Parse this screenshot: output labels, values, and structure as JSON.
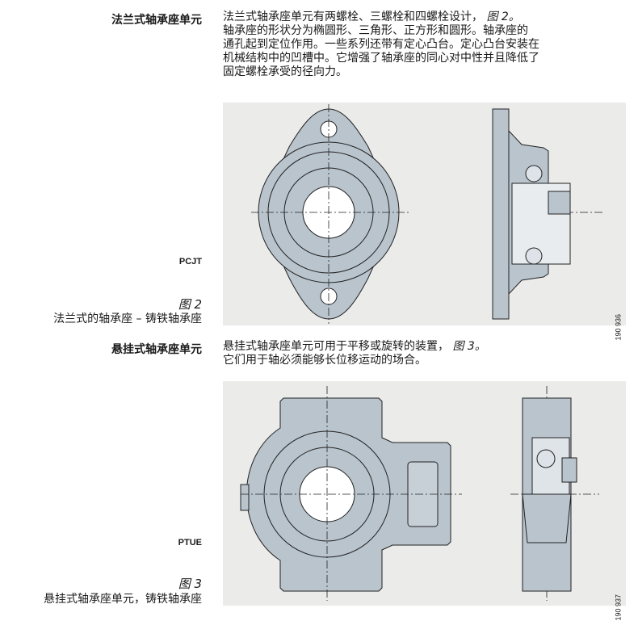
{
  "section1": {
    "heading": "法兰式轴承座单元",
    "paragraph_lines": [
      "法兰式轴承座单元有两螺栓、三螺栓和四螺栓设计，",
      "轴承座的形状分为椭圆形、三角形、正方形和圆形。轴承座的",
      "通孔起到定位作用。一些系列还带有定心凸台。定心凸台安装在",
      "机械结构中的凹槽中。它增强了轴承座的同心对中性并且降低了",
      "固定螺栓承受的径向力。"
    ],
    "figure_ref": "图 2。",
    "model": "PCJT",
    "figure_number": "图 2",
    "figure_caption": "法兰式的轴承座 – 铸铁轴承座",
    "figure_id": "190 936"
  },
  "section2": {
    "heading": "悬挂式轴承座单元",
    "paragraph_lines": [
      "悬挂式轴承座单元可用于平移或旋转的装置，",
      "它们用于轴必须能够长位移运动的场合。"
    ],
    "figure_ref": "图 3。",
    "model": "PTUE",
    "figure_number": "图 3",
    "figure_caption": "悬挂式轴承座单元，铸铁轴承座",
    "figure_id": "190 937"
  },
  "colors": {
    "figure_bg": "#ebebea",
    "part_fill": "#b9c4cd",
    "line": "#222222"
  }
}
